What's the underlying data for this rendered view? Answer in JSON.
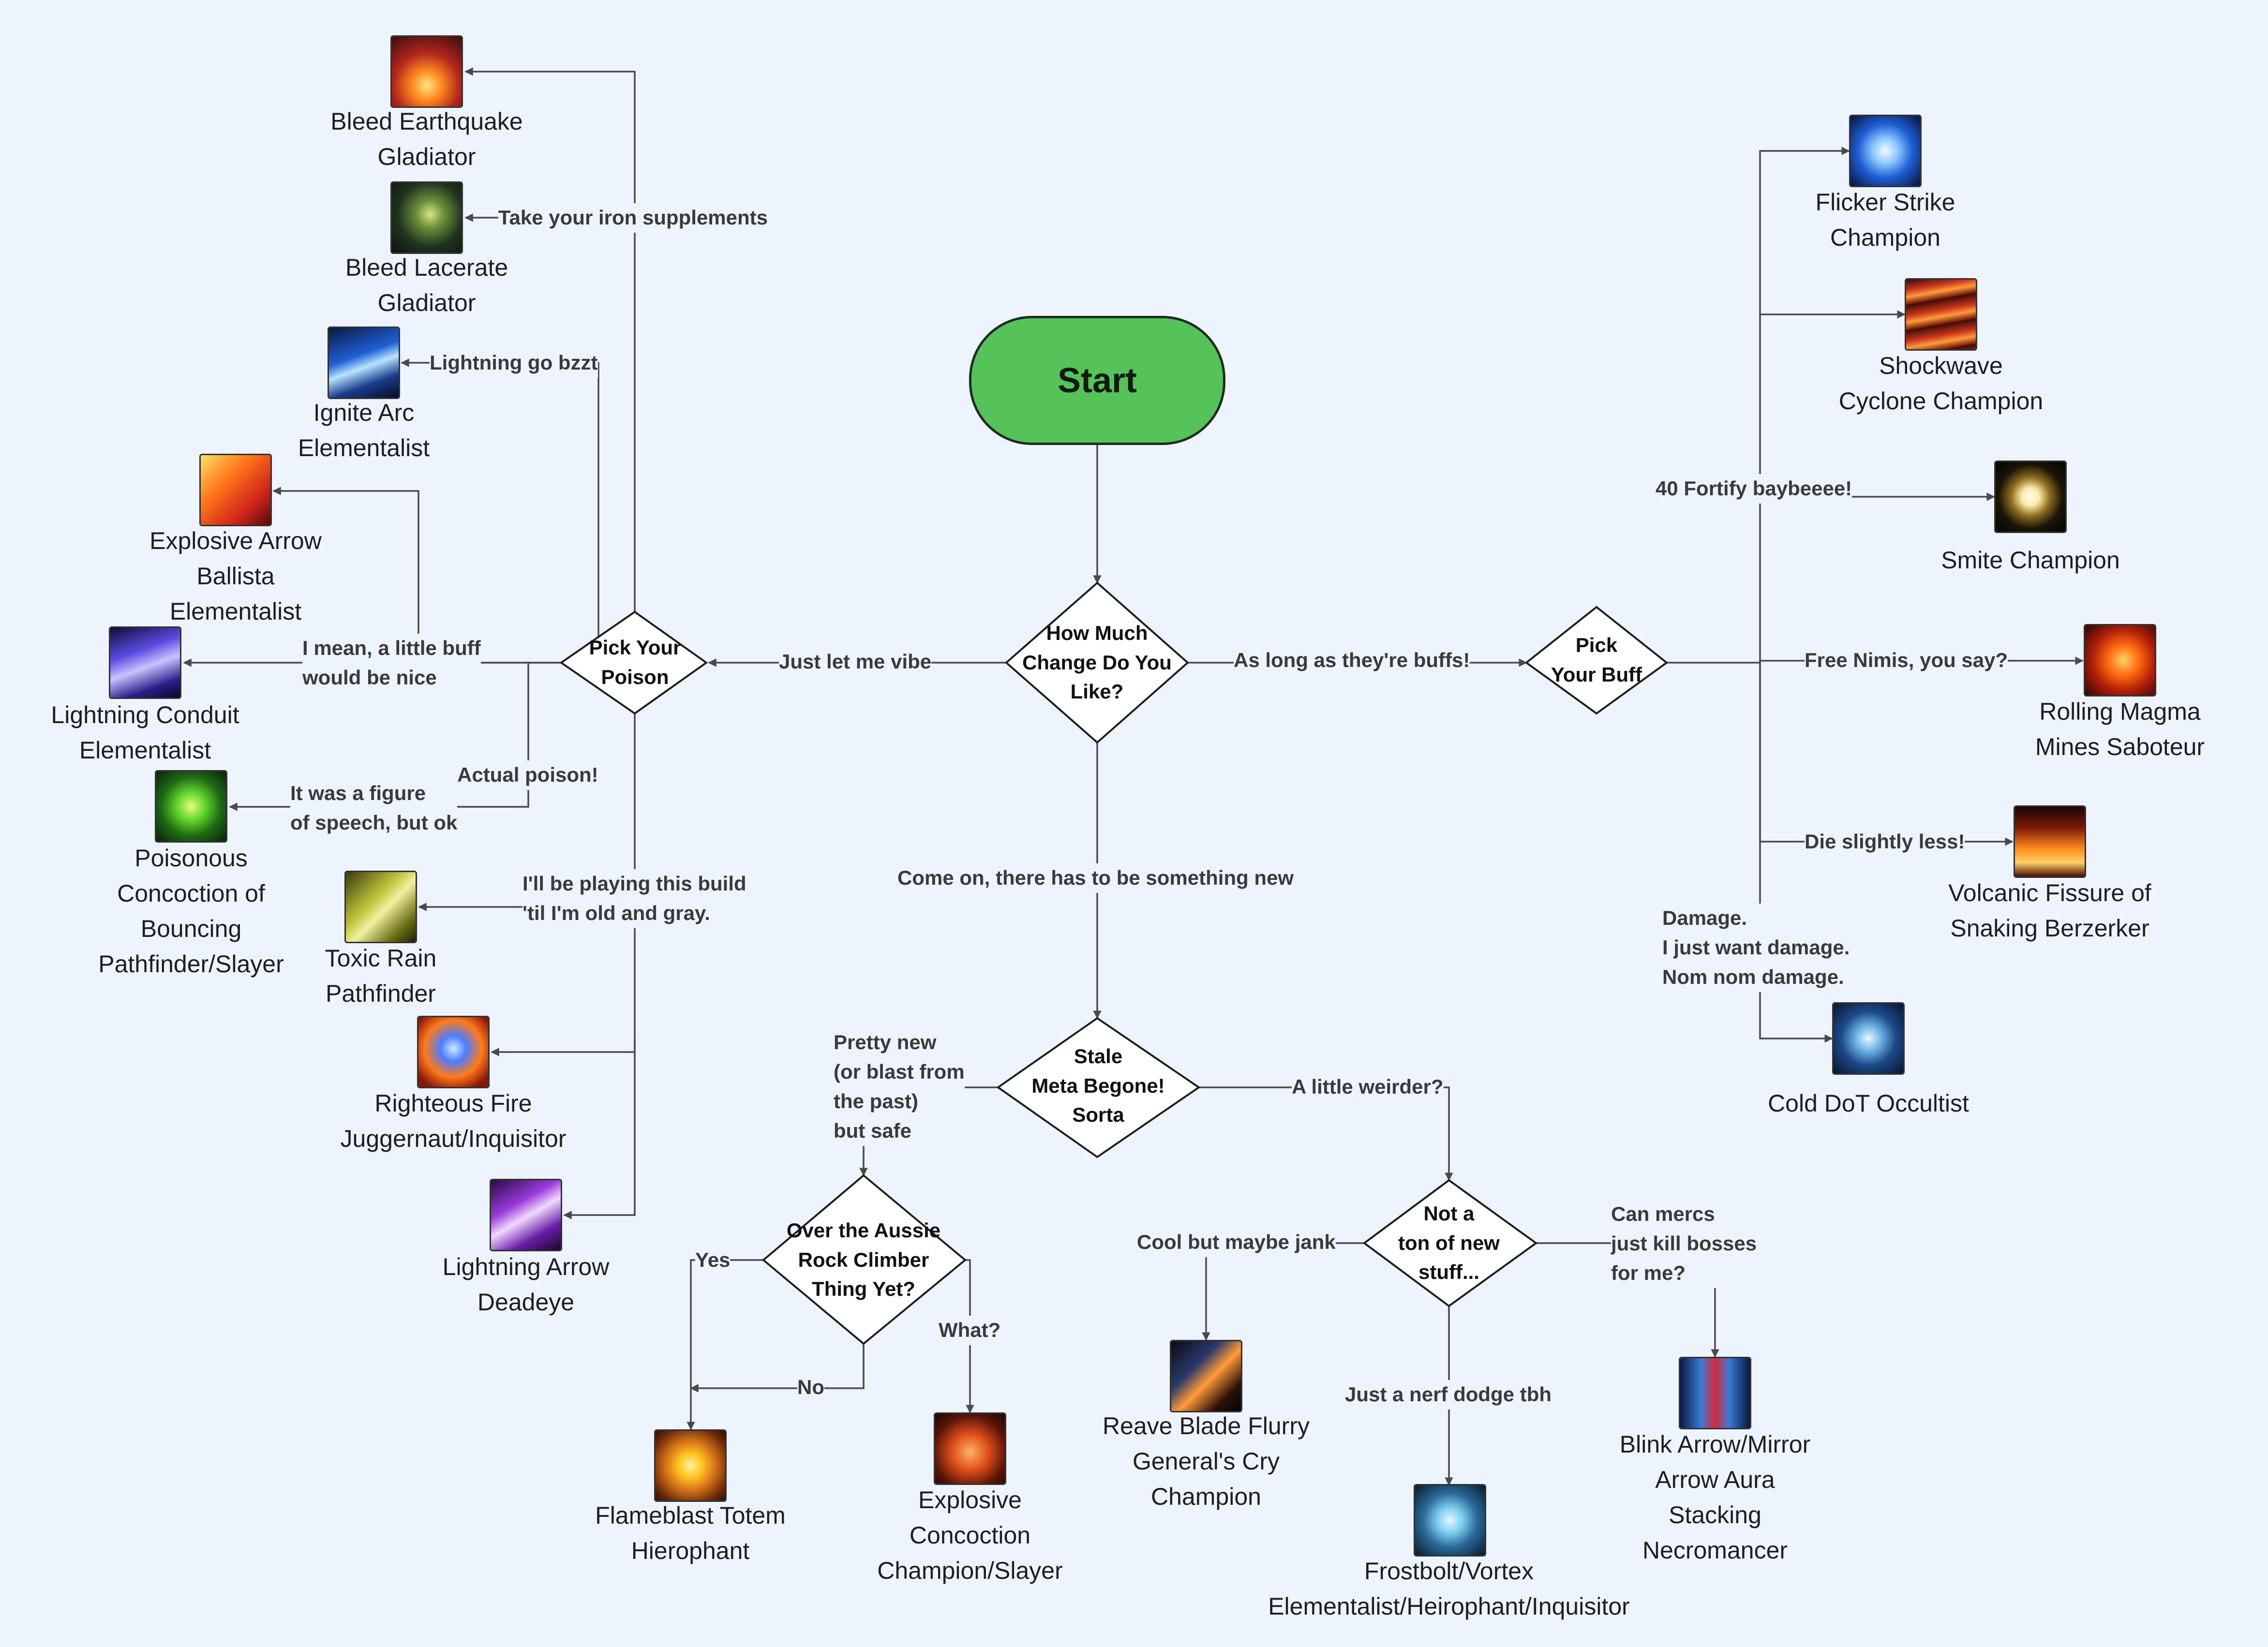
{
  "start": {
    "label": "Start"
  },
  "decisions": {
    "change": "How Much\nChange Do You\nLike?",
    "poison": "Pick Your\nPoison",
    "buff": "Pick\nYour Buff",
    "stale": "Stale\nMeta Begone!\nSorta",
    "aussie": "Over the Aussie\nRock Climber\nThing Yet?",
    "weird": "Not a\nton of new\nstuff..."
  },
  "edges": {
    "vibe": "Just let me vibe",
    "buffs": "As long as they're buffs!",
    "new": "Come on, there has to be something new",
    "iron": "Take your iron supplements",
    "bzzt": "Lightning go bzzt",
    "little_buff": "I mean, a little buff\nwould be nice",
    "actual_poison": "Actual poison!",
    "figure": "It was a figure\nof speech, but ok",
    "old_gray": "I'll be playing this build\n'til I'm old and gray.",
    "fortify": "40 Fortify baybeeee!",
    "nimis": "Free Nimis, you say?",
    "die_less": "Die slightly less!",
    "damage": "Damage.\nI just want damage.\nNom nom damage.",
    "pretty_new": "Pretty new\n(or blast from\nthe past)\nbut safe",
    "weirder": "A little weirder?",
    "yes": "Yes",
    "no": "No",
    "what": "What?",
    "jank": "Cool but maybe jank",
    "mercs": "Can mercs\njust kill bosses\nfor me?",
    "nerf": "Just a nerf dodge tbh"
  },
  "builds": {
    "bleed_eq": "Bleed Earthquake\nGladiator",
    "bleed_lac": "Bleed Lacerate\nGladiator",
    "ignite_arc": "Ignite Arc\nElementalist",
    "exp_arrow": "Explosive Arrow\nBallista\nElementalist",
    "lc": "Lightning Conduit\nElementalist",
    "poison_bounce": "Poisonous\nConcoction of\nBouncing\nPathfinder/Slayer",
    "toxic": "Toxic Rain\nPathfinder",
    "rf": "Righteous Fire\nJuggernaut/Inquisitor",
    "la": "Lightning Arrow\nDeadeye",
    "flicker": "Flicker Strike\nChampion",
    "shockwave": "Shockwave\nCyclone Champion",
    "smite": "Smite Champion",
    "magma": "Rolling Magma\nMines Saboteur",
    "volcanic": "Volcanic Fissure of\nSnaking Berzerker",
    "cold": "Cold DoT Occultist",
    "flameblast": "Flameblast Totem\nHierophant",
    "exp_conc": "Explosive\nConcoction\nChampion/Slayer",
    "reave": "Reave Blade Flurry\nGeneral's Cry\nChampion",
    "frost": "Frostbolt/Vortex\nElementalist/Heirophant/Inquisitor",
    "blink": "Blink Arrow/Mirror\nArrow Aura\nStacking\nNecromancer"
  },
  "icons": {
    "bleed_eq": "earthquake-icon",
    "bleed_lac": "lacerate-icon",
    "ignite_arc": "arc-icon",
    "exp_arrow": "explosive-arrow-icon",
    "lc": "lightning-conduit-icon",
    "poison_bounce": "poisonous-concoction-icon",
    "toxic": "toxic-rain-icon",
    "rf": "righteous-fire-icon",
    "la": "lightning-arrow-icon",
    "flicker": "flicker-strike-icon",
    "shockwave": "shockwave-icon",
    "smite": "smite-icon",
    "magma": "rolling-magma-icon",
    "volcanic": "volcanic-fissure-icon",
    "cold": "cold-dot-icon",
    "flameblast": "flameblast-icon",
    "exp_conc": "explosive-concoction-icon",
    "reave": "reave-icon",
    "frost": "frostbolt-icon",
    "blink": "blink-arrow-icon"
  },
  "colors": {
    "background": "#eef4fd",
    "start_fill": "#55c25a",
    "connector": "#4a4a4a"
  }
}
